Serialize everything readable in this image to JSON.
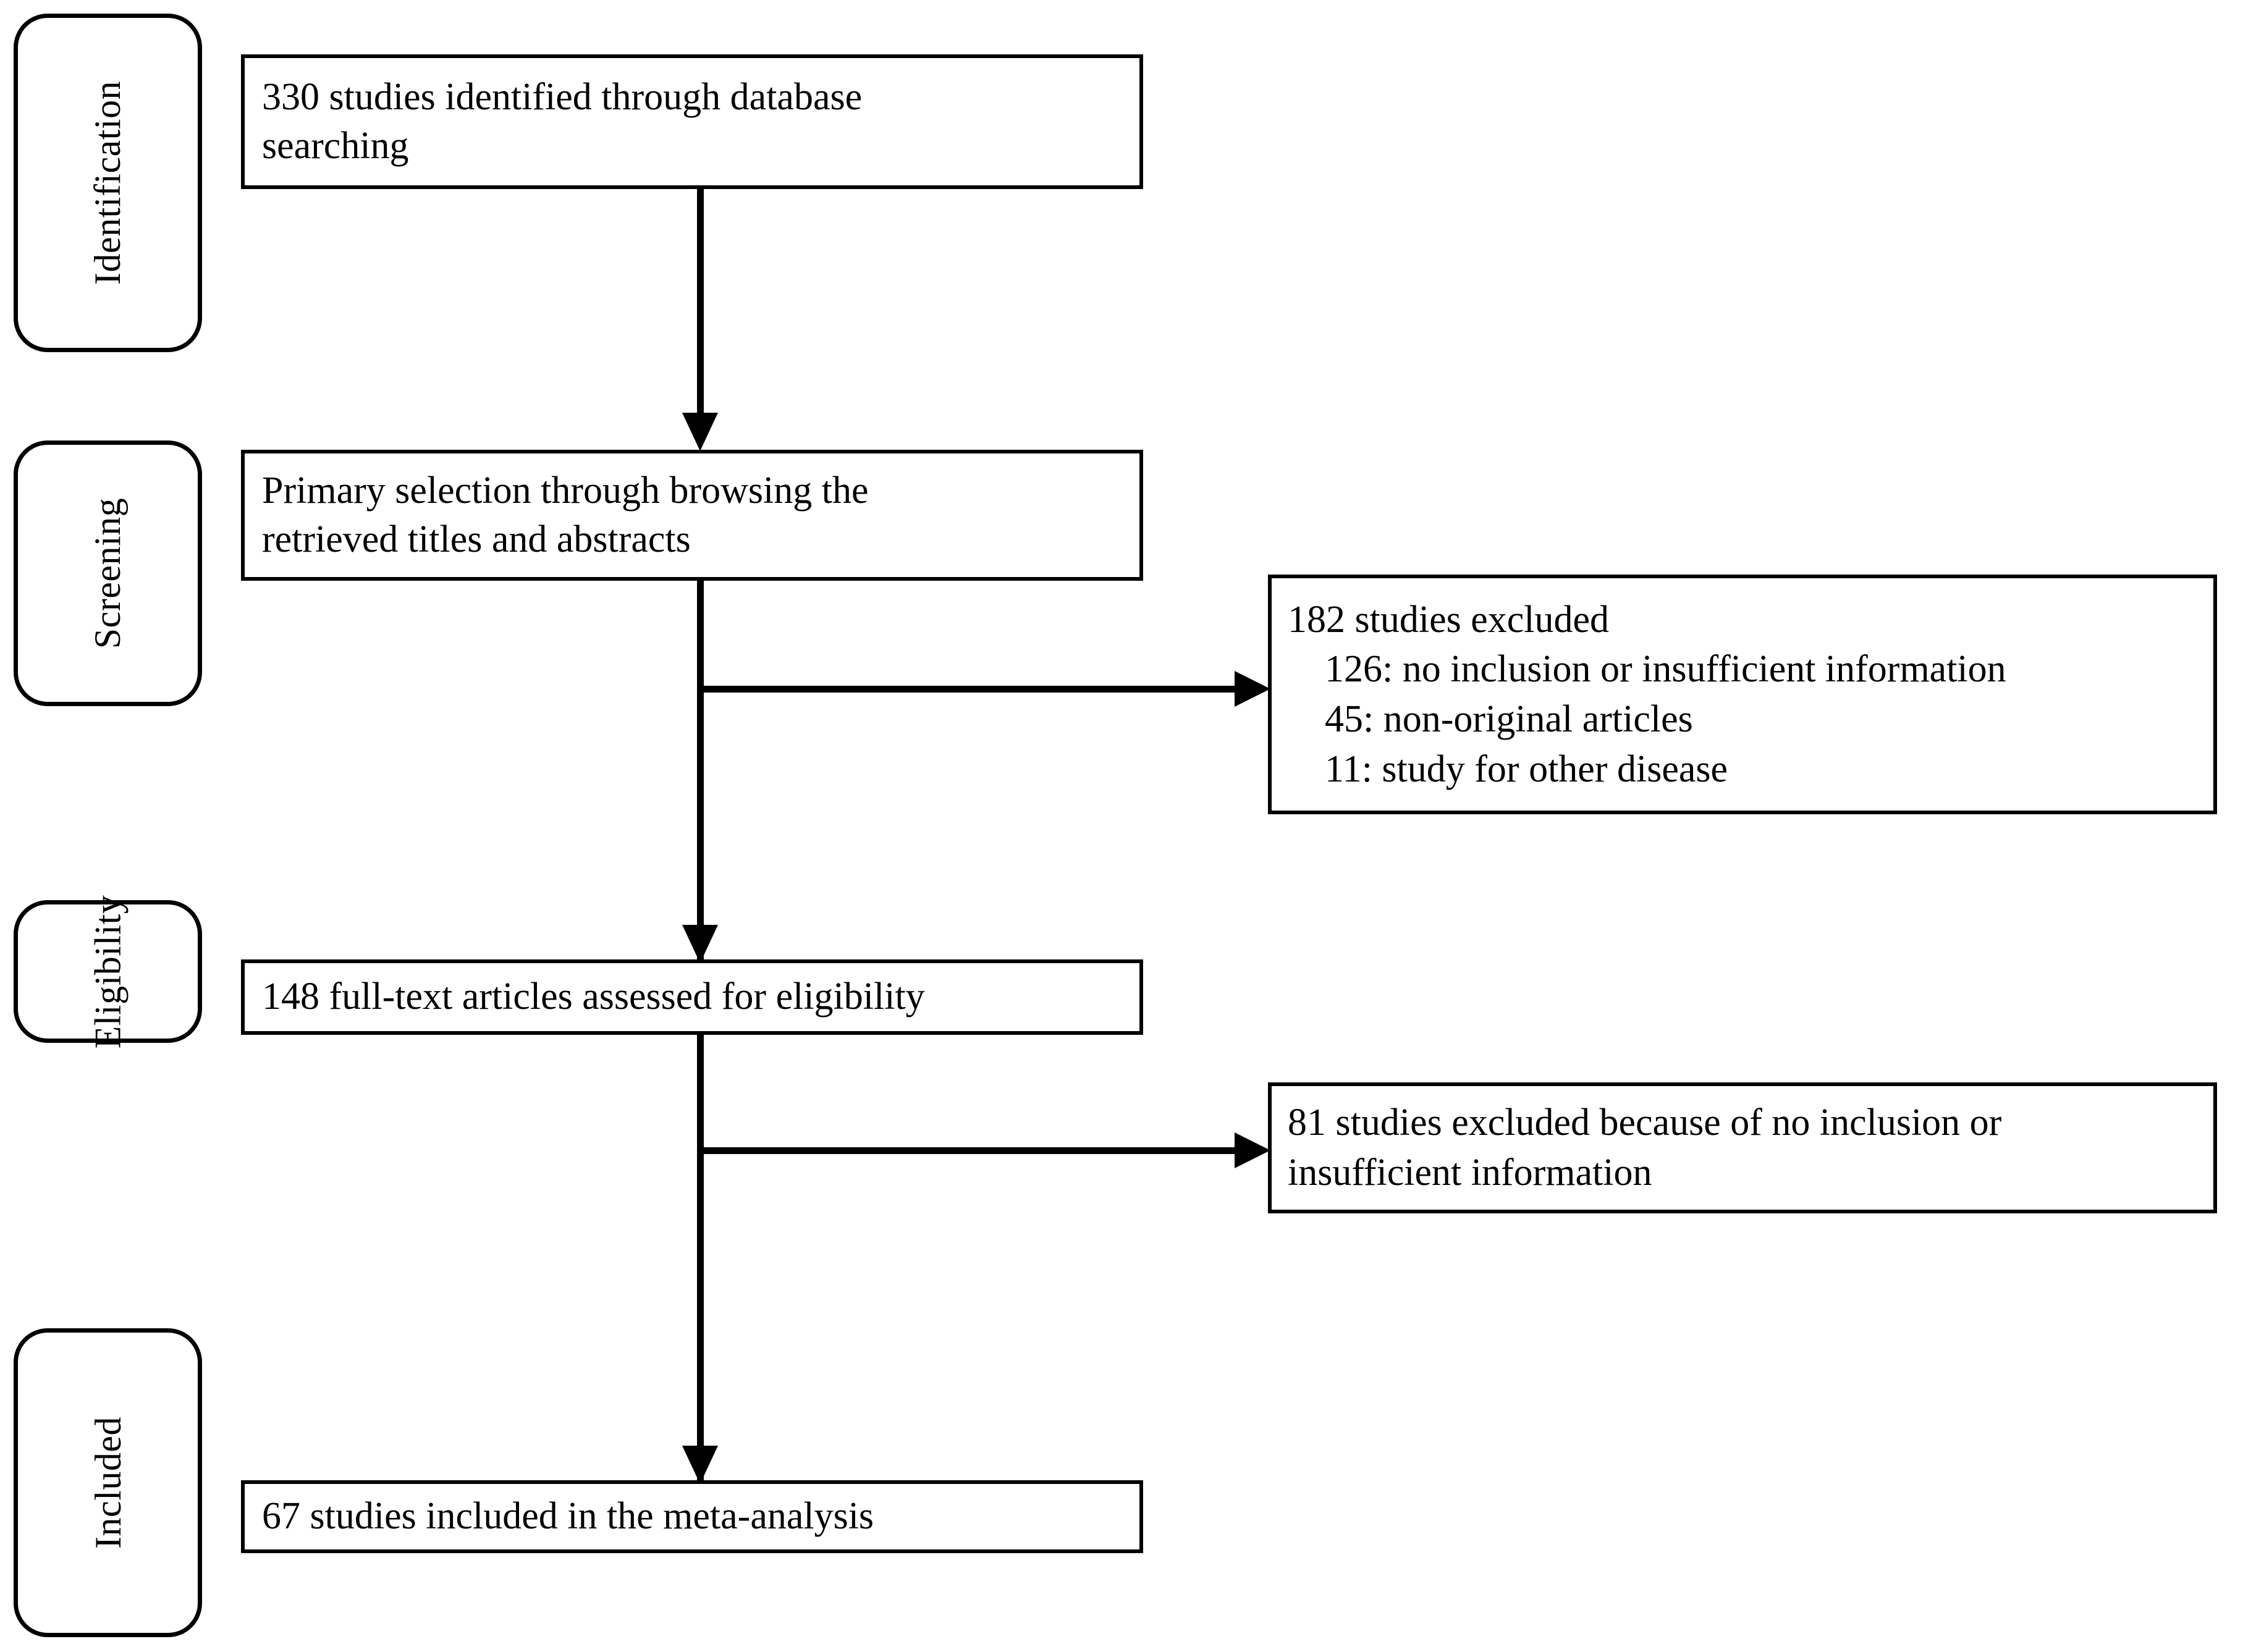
{
  "diagram": {
    "type": "prisma-flow-diagram",
    "title": "PRISMA study selection flow",
    "line_color": "#000000",
    "background_color": "#ffffff"
  },
  "stages": [
    {
      "id": "identification",
      "label": "Identification"
    },
    {
      "id": "screening",
      "label": "Screening"
    },
    {
      "id": "eligibility",
      "label": "Eligibility"
    },
    {
      "id": "included",
      "label": "Included"
    }
  ],
  "flow_boxes": [
    {
      "id": "identified",
      "stage": "identification",
      "count": 330,
      "lines": [
        "330 studies  identified  through  database",
        "searching"
      ]
    },
    {
      "id": "primary-selection",
      "stage": "screening",
      "lines": [
        "Primary  selection  through  browsing  the",
        "retrieved titles and abstracts"
      ]
    },
    {
      "id": "full-text-assessed",
      "stage": "eligibility",
      "count": 148,
      "lines": [
        "148 full-text articles assessed for eligibility"
      ]
    },
    {
      "id": "included-in-meta-analysis",
      "stage": "included",
      "count": 67,
      "lines": [
        "67 studies  included  in the meta-analysis"
      ]
    }
  ],
  "exclusion_boxes": [
    {
      "id": "screening-excluded",
      "stage": "screening",
      "total": 182,
      "head": "182 studies  excluded",
      "reasons": [
        "126: no inclusion  or insufficient  information",
        "45: non-original  articles",
        "11: study  for other disease"
      ]
    },
    {
      "id": "eligibility-excluded",
      "stage": "eligibility",
      "total": 81,
      "lines": [
        "81 studies excluded because of no inclusion or",
        "insufficient  information"
      ]
    }
  ]
}
